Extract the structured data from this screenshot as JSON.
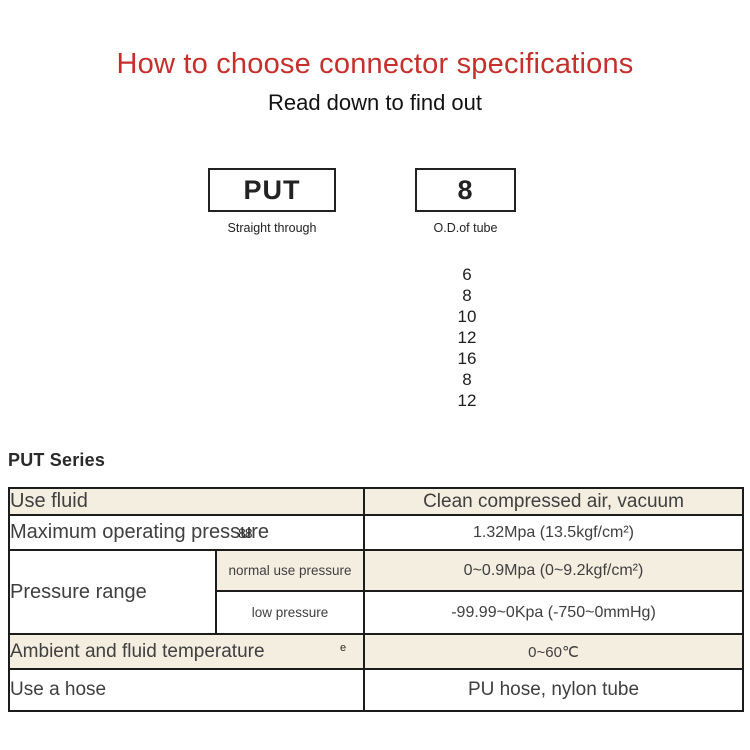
{
  "page": {
    "title": "How to choose connector specifications",
    "subtitle": "Read down to find out",
    "accent_color": "#c5302c",
    "highlight_color": "#f4eee1"
  },
  "model_code": {
    "series_box_label": "PUT",
    "series_caption": "Straight through",
    "size_box_label": "8",
    "size_caption": "O.D.of tube",
    "size_options": [
      "6",
      "8",
      "10",
      "12",
      "16",
      "8",
      "12"
    ]
  },
  "series_heading": "PUT Series",
  "spec_table": {
    "use_fluid": {
      "label": "Use fluid",
      "value": "Clean compressed air, vacuum"
    },
    "max_pressure": {
      "label": "Maximum operating pressure",
      "overlap_artifact": "88",
      "value": "1.32Mpa (13.5kgf/cm²)"
    },
    "pressure_range": {
      "label": "Pressure range",
      "normal": {
        "label": "normal use pressure",
        "value": "0~0.9Mpa (0~9.2kgf/cm²)"
      },
      "low": {
        "label": "low pressure",
        "value": "-99.99~0Kpa (-750~0mmHg)"
      }
    },
    "temperature": {
      "label": "Ambient and fluid temperature",
      "overlap_artifact": "e",
      "value": "0~60℃"
    },
    "hose": {
      "label": "Use a hose",
      "value": "PU hose, nylon tube"
    }
  }
}
